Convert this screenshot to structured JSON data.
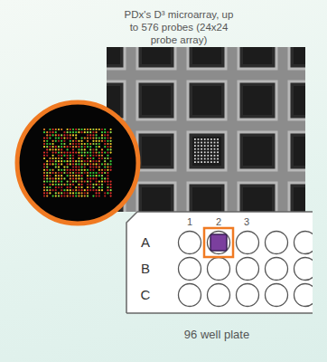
{
  "diagram": {
    "labels": [
      "PDx's D³ microarray, up to 576 probes (24x24 probe array)",
      "1",
      "2",
      "3",
      "A",
      "B",
      "C",
      "96 well plate"
    ]
  }
}
